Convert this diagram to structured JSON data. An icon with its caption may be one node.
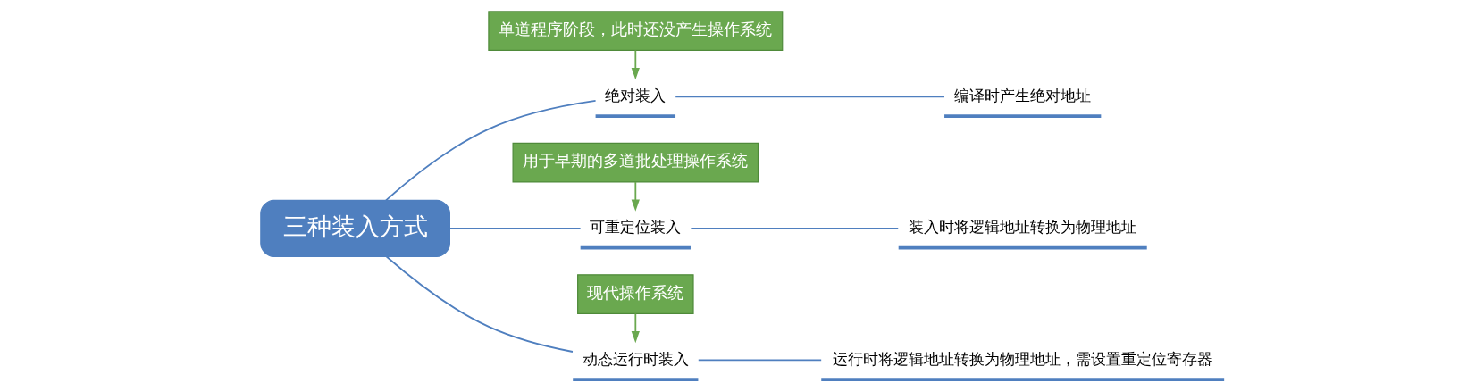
{
  "diagram": {
    "nodes": [
      {
        "text": [
          "三种装入方式"
        ]
      },
      {
        "text": [
          "绝对装入"
        ]
      },
      {
        "text": [
          "编译时产生绝对地址"
        ]
      },
      {
        "text": [
          "可重定位装入"
        ]
      },
      {
        "text": [
          "装入时将逻辑地址转换为物理地址"
        ]
      },
      {
        "text": [
          "动态运行时装入"
        ]
      },
      {
        "text": [
          "运行时将逻辑地址转换为物理地址，需设置重定位寄存器"
        ]
      },
      {
        "text": [
          "单道程序阶段，此时还没产生操作系统"
        ]
      },
      {
        "text": [
          "用于早期的多道批处理操作系统"
        ]
      },
      {
        "text": [
          "现代操作系统"
        ]
      }
    ],
    "edges": [
      {
        "from": 0,
        "to": 1,
        "arrow": "none"
      },
      {
        "from": 0,
        "to": 3,
        "arrow": "none"
      },
      {
        "from": 0,
        "to": 5,
        "arrow": "none"
      },
      {
        "from": 1,
        "to": 2,
        "arrow": "none"
      },
      {
        "from": 3,
        "to": 4,
        "arrow": "none"
      },
      {
        "from": 5,
        "to": 6,
        "arrow": "none"
      },
      {
        "from": 7,
        "to": 1,
        "arrow": "to",
        "color": "#6aa84f"
      },
      {
        "from": 8,
        "to": 3,
        "arrow": "to",
        "color": "#6aa84f"
      },
      {
        "from": 9,
        "to": 5,
        "arrow": "to",
        "color": "#6aa84f"
      }
    ]
  }
}
